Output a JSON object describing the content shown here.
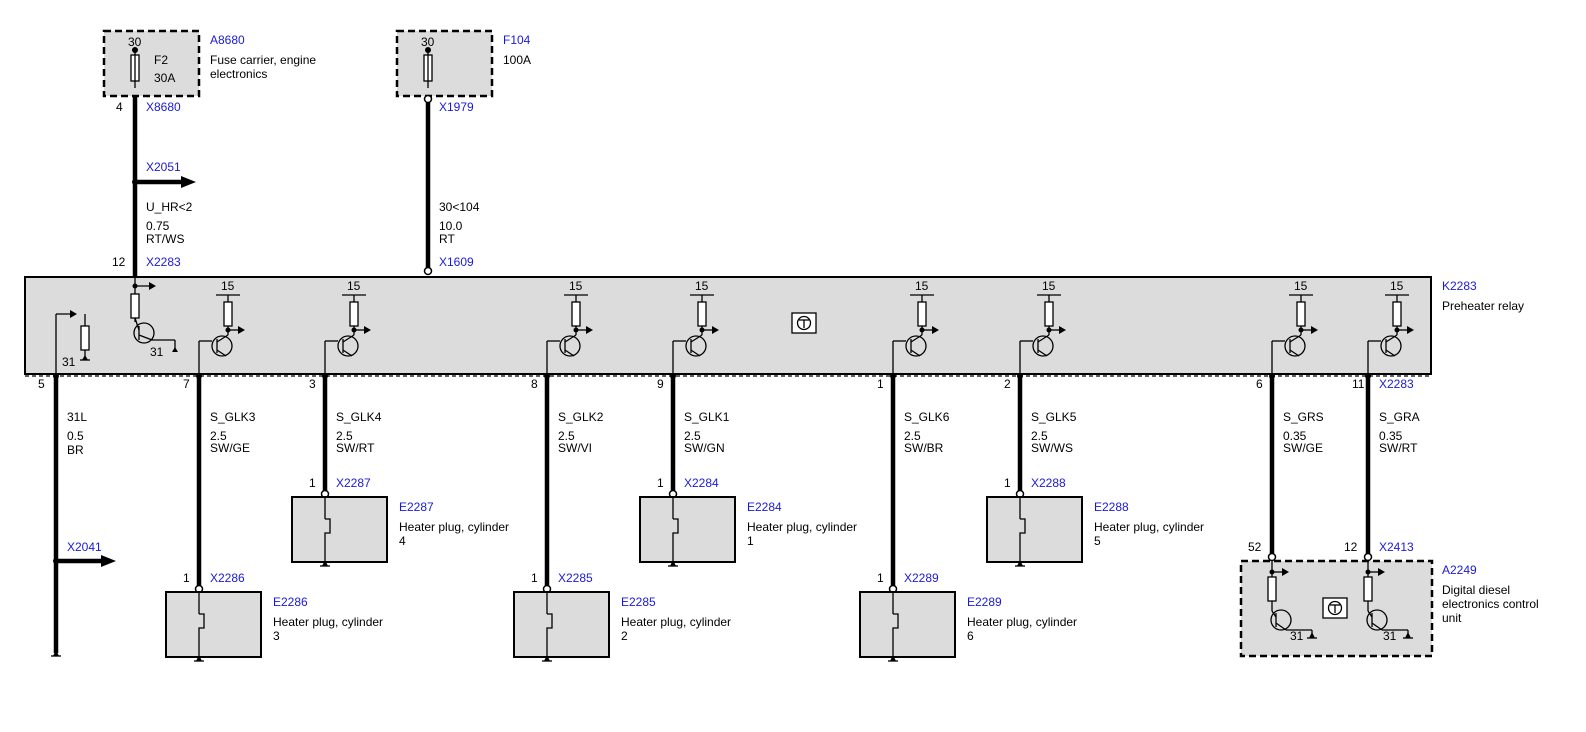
{
  "fuses": {
    "a8680": {
      "pin_in": "30",
      "name": "F2",
      "rating": "30A",
      "id": "A8680",
      "desc1": "Fuse carrier, engine",
      "desc2": "electronics",
      "pin_out": "4",
      "connector": "X8680"
    },
    "f104": {
      "pin_in": "30",
      "id": "F104",
      "rating": "100A",
      "connector": "X1979"
    }
  },
  "upper_wires": {
    "hr": {
      "branch_connector": "X2051",
      "signal": "U_HR<2",
      "size": "0.75",
      "color": "RT/WS",
      "pin": "12",
      "connector": "X2283"
    },
    "power": {
      "signal": "30<104",
      "size": "10.0",
      "color": "RT",
      "connector": "X1609"
    }
  },
  "relay": {
    "id": "K2283",
    "name": "Preheater relay",
    "ground": "31",
    "terminal": "15"
  },
  "ground_wire": {
    "pin": "5",
    "signal": "31L",
    "size": "0.5",
    "color": "BR",
    "connector": "X2041"
  },
  "glow_wires": [
    {
      "pin": "7",
      "signal": "S_GLK3",
      "size": "2.5",
      "color": "SW/GE",
      "pin_plug": "1",
      "connector": "X2286",
      "plug_id": "E2286",
      "plug_desc": "Heater plug, cylinder",
      "cyl": "3"
    },
    {
      "pin": "3",
      "signal": "S_GLK4",
      "size": "2.5",
      "color": "SW/RT",
      "pin_plug": "1",
      "connector": "X2287",
      "plug_id": "E2287",
      "plug_desc": "Heater plug, cylinder",
      "cyl": "4"
    },
    {
      "pin": "8",
      "signal": "S_GLK2",
      "size": "2.5",
      "color": "SW/VI",
      "pin_plug": "1",
      "connector": "X2285",
      "plug_id": "E2285",
      "plug_desc": "Heater plug, cylinder",
      "cyl": "2"
    },
    {
      "pin": "9",
      "signal": "S_GLK1",
      "size": "2.5",
      "color": "SW/GN",
      "pin_plug": "1",
      "connector": "X2284",
      "plug_id": "E2284",
      "plug_desc": "Heater plug, cylinder",
      "cyl": "1"
    },
    {
      "pin": "1",
      "signal": "S_GLK6",
      "size": "2.5",
      "color": "SW/BR",
      "pin_plug": "1",
      "connector": "X2289",
      "plug_id": "E2289",
      "plug_desc": "Heater plug, cylinder",
      "cyl": "6"
    },
    {
      "pin": "2",
      "signal": "S_GLK5",
      "size": "2.5",
      "color": "SW/WS",
      "pin_plug": "1",
      "connector": "X2288",
      "plug_id": "E2288",
      "plug_desc": "Heater plug, cylinder",
      "cyl": "5"
    }
  ],
  "signal_wires": [
    {
      "pin": "6",
      "signal": "S_GRS",
      "size": "0.35",
      "color": "SW/GE",
      "pin_dde": "52"
    },
    {
      "pin": "11",
      "signal": "S_GRA",
      "size": "0.35",
      "color": "SW/RT",
      "pin_dde": "12"
    }
  ],
  "signal_connector_top": "X2283",
  "dde": {
    "connector": "X2413",
    "id": "A2249",
    "desc1": "Digital diesel",
    "desc2": "electronics control",
    "desc3": "unit",
    "ground": "31"
  }
}
